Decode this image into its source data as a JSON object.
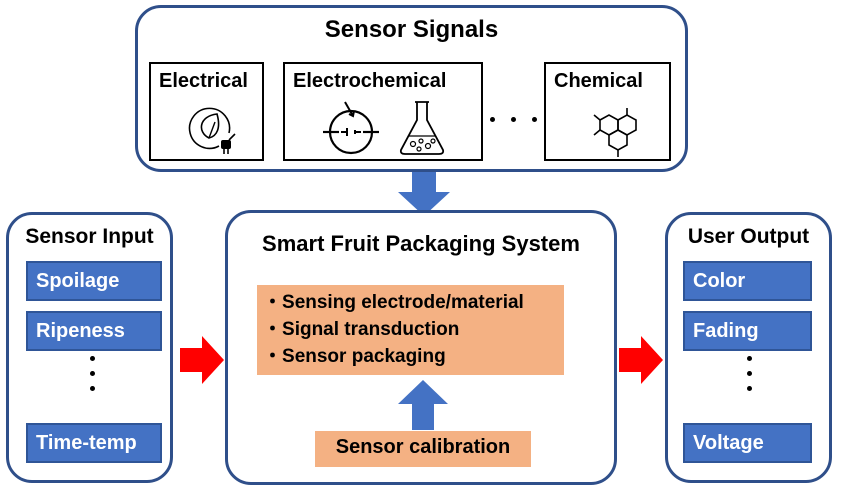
{
  "sensor_signals": {
    "title": "Sensor Signals",
    "boxes": [
      {
        "label": "Electrical",
        "icon": "eco-plug-icon"
      },
      {
        "label": "Electrochemical",
        "icon": "electrode-and-flask-icon"
      },
      {
        "label": "Chemical",
        "icon": "molecule-icon"
      }
    ],
    "ellipsis": "· · ·"
  },
  "sensor_input": {
    "title": "Sensor Input",
    "items": [
      "Spoilage",
      "Ripeness",
      "Time-temp"
    ]
  },
  "packaging_system": {
    "title": "Smart Fruit Packaging System",
    "features": [
      "Sensing electrode/material",
      "Signal transduction",
      "Sensor packaging"
    ],
    "bullet": "・",
    "calibration": "Sensor calibration"
  },
  "user_output": {
    "title": "User Output",
    "items": [
      "Color",
      "Fading",
      "Voltage"
    ]
  },
  "colors": {
    "panel_border": "#2f4f8a",
    "item_fill": "#4472c4",
    "item_border": "#2f5597",
    "orange_fill": "#f4b183",
    "blue_arrow": "#4472c4",
    "red_arrow": "#ff0000"
  }
}
